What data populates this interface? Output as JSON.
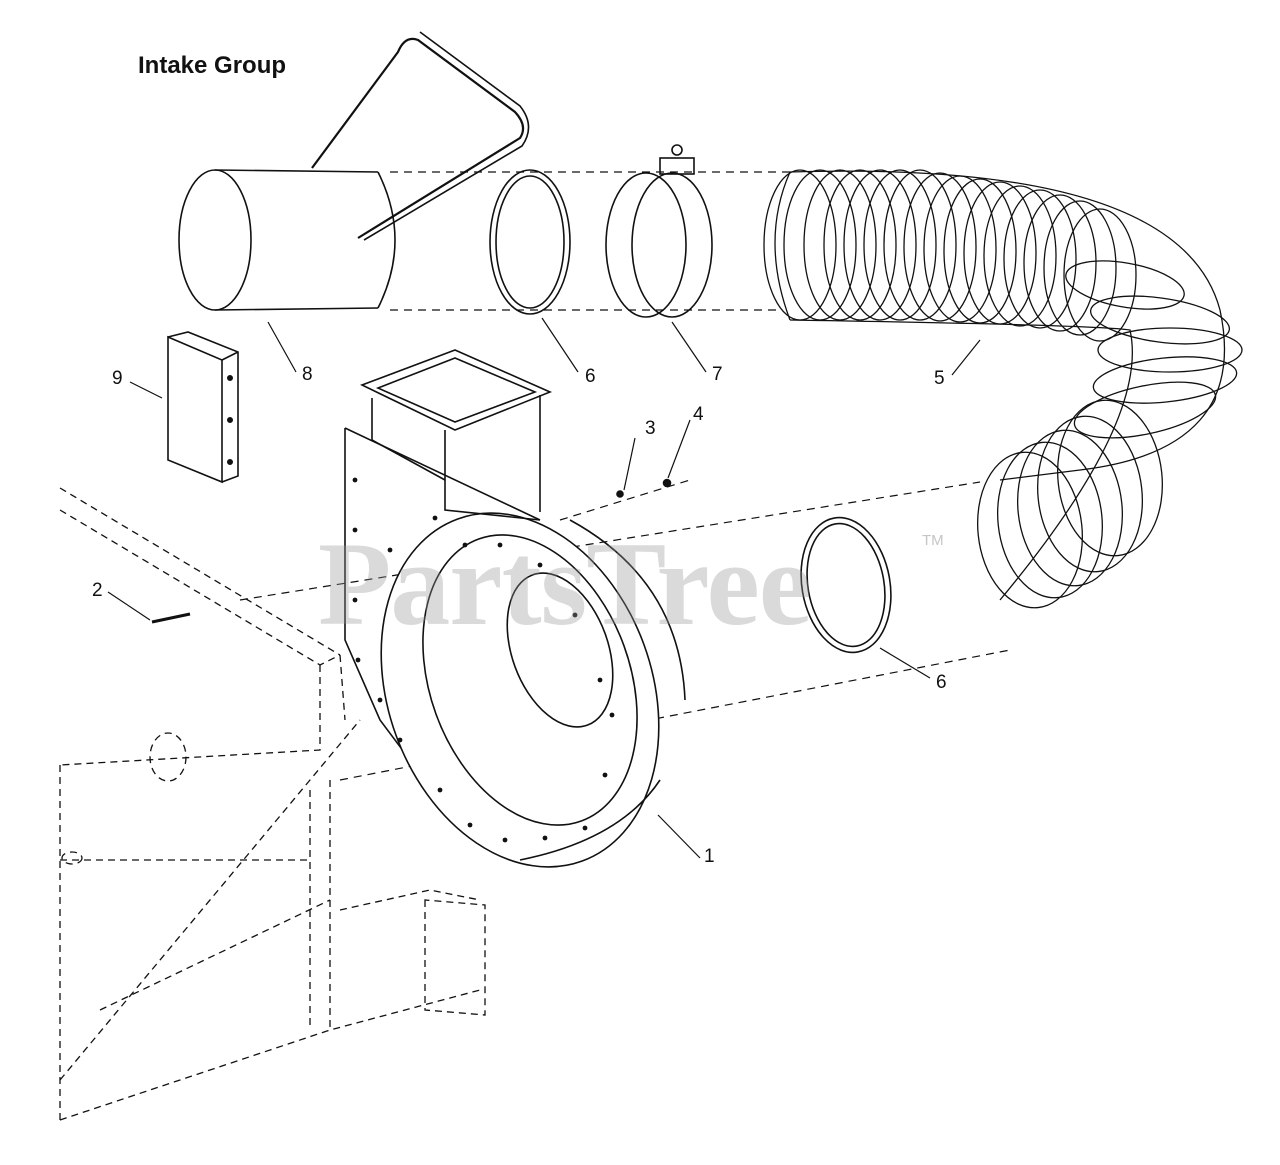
{
  "diagram": {
    "title": "Intake Group",
    "watermark": "PartsTree",
    "watermark_mark": "TM",
    "callouts": [
      {
        "id": "c1",
        "label": "1"
      },
      {
        "id": "c2",
        "label": "2"
      },
      {
        "id": "c3",
        "label": "3"
      },
      {
        "id": "c4",
        "label": "4"
      },
      {
        "id": "c5",
        "label": "5"
      },
      {
        "id": "c6a",
        "label": "6"
      },
      {
        "id": "c6b",
        "label": "6"
      },
      {
        "id": "c7",
        "label": "7"
      },
      {
        "id": "c8",
        "label": "8"
      },
      {
        "id": "c9",
        "label": "9"
      }
    ]
  },
  "colors": {
    "line": "#111111",
    "background": "#ffffff",
    "watermark": "#969696"
  }
}
